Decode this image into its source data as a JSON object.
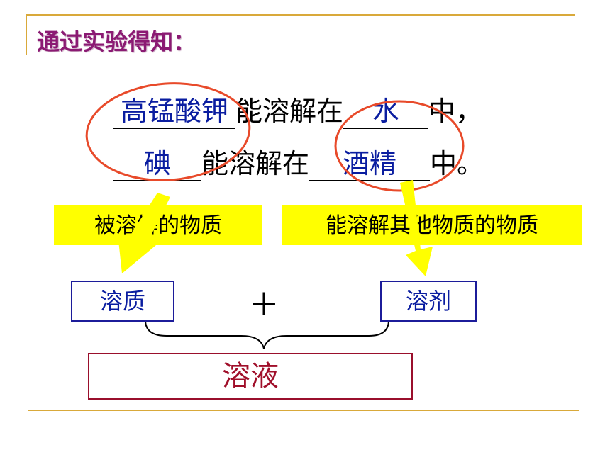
{
  "heading": "通过实验得知：",
  "sentence1": {
    "blank1": "高锰酸钾",
    "middle": "能溶解在",
    "blank2": "水",
    "end": "中，"
  },
  "sentence2": {
    "blank1": "碘",
    "middle": "能溶解在",
    "blank2": "酒精",
    "end": "中。"
  },
  "labels": {
    "solute_desc": "被溶解的物质",
    "solvent_desc": "能溶解其他物质的物质"
  },
  "boxes": {
    "solute": "溶质",
    "plus": "＋",
    "solvent": "溶剂",
    "solution": "溶液"
  },
  "colors": {
    "heading": "#8b1a73",
    "blank_text": "#0a1da0",
    "highlight": "#ffff00",
    "circle": "#e84a2a",
    "rule": "#d9a93a"
  }
}
